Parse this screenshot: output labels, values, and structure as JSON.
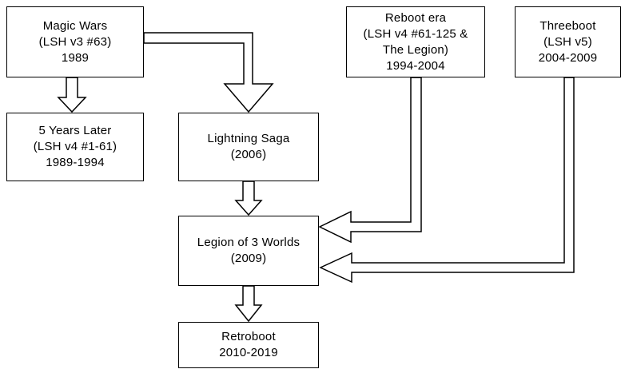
{
  "diagram": {
    "nodes": {
      "magic_wars": {
        "lines": [
          "Magic Wars",
          "(LSH v3 #63)",
          "1989"
        ]
      },
      "five_years_later": {
        "lines": [
          "5 Years Later",
          "(LSH v4 #1-61)",
          "1989-1994"
        ]
      },
      "lightning_saga": {
        "lines": [
          "Lightning Saga",
          "(2006)"
        ]
      },
      "reboot_era": {
        "lines": [
          "Reboot era",
          "(LSH v4 #61-125 &",
          "The Legion)",
          "1994-2004"
        ]
      },
      "threeboot": {
        "lines": [
          "Threeboot",
          "(LSH v5)",
          "2004-2009"
        ]
      },
      "legion_of_3_worlds": {
        "lines": [
          "Legion of 3 Worlds",
          "(2009)"
        ]
      },
      "retroboot": {
        "lines": [
          "Retroboot",
          "2010-2019"
        ]
      }
    },
    "edges": [
      {
        "from": "magic_wars",
        "to": "five_years_later"
      },
      {
        "from": "magic_wars",
        "to": "lightning_saga"
      },
      {
        "from": "lightning_saga",
        "to": "legion_of_3_worlds"
      },
      {
        "from": "reboot_era",
        "to": "legion_of_3_worlds"
      },
      {
        "from": "threeboot",
        "to": "legion_of_3_worlds"
      },
      {
        "from": "legion_of_3_worlds",
        "to": "retroboot"
      }
    ],
    "colors": {
      "stroke": "#000000",
      "fill": "#ffffff"
    }
  }
}
